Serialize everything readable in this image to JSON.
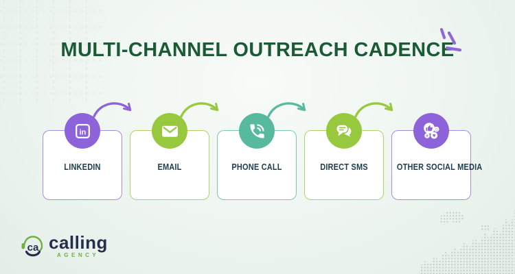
{
  "title": "MULTI-CHANNEL OUTREACH CADENCE",
  "channels": [
    {
      "label": "LINKEDIN",
      "icon": "linkedin-icon",
      "icon_glyph": "in",
      "color": "#8c63d9"
    },
    {
      "label": "EMAIL",
      "icon": "email-icon",
      "color": "#97c83e"
    },
    {
      "label": "PHONE CALL",
      "icon": "phone-icon",
      "color": "#57b99e"
    },
    {
      "label": "DIRECT SMS",
      "icon": "sms-icon",
      "color": "#97c83e"
    },
    {
      "label": "OTHER SOCIAL MEDIA",
      "icon": "social-media-icon",
      "color": "#8c63d9",
      "glyphs": {
        "smiley": "☺",
        "plus": "+",
        "heart": "♥"
      }
    }
  ],
  "flow_arrows": [
    {
      "from": "LINKEDIN",
      "to": "EMAIL",
      "color": "#8c63d9"
    },
    {
      "from": "EMAIL",
      "to": "PHONE CALL",
      "color": "#97c83e"
    },
    {
      "from": "PHONE CALL",
      "to": "DIRECT SMS",
      "color": "#57b99e"
    },
    {
      "from": "DIRECT SMS",
      "to": "OTHER SOCIAL MEDIA",
      "color": "#97c83e"
    }
  ],
  "logo": {
    "monogram": "ca",
    "title": "calling",
    "subtitle": "AGENCY"
  },
  "colors": {
    "title_text": "#1a5a35",
    "label_text": "#1d3e4e",
    "background": "#eef5f0",
    "accent_purple": "#8c63d9",
    "accent_lime": "#97c83e",
    "accent_teal": "#57b99e",
    "logo_navy": "#262e4e",
    "logo_green": "#6fb043",
    "decor_dots": "#c7cac8",
    "decor_sparkle": "#9166d9",
    "decor_grid": "#d7e2d9"
  }
}
